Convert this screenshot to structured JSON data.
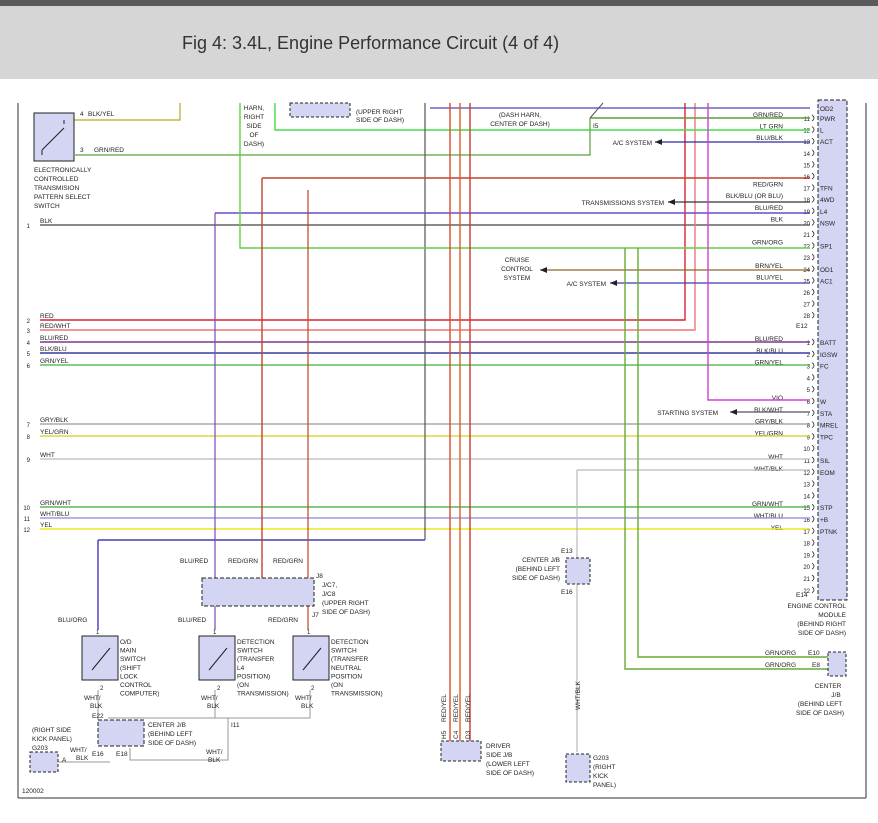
{
  "header": {
    "title": "Fig 4: 3.4L, Engine Performance Circuit (4 of 4)"
  },
  "diagram_id": "120002",
  "top_cut": {
    "dash_harn": "(DASH HARN,",
    "dash_harn2": "CENTER OF DASH)",
    "harn": [
      "HARN,",
      "RIGHT",
      "SIDE",
      "OF",
      "DASH)"
    ],
    "upper_right": [
      "(UPPER RIGHT",
      "SIDE OF DASH)"
    ],
    "pin_i5": "I5"
  },
  "left_pins": [
    {
      "num": "1",
      "label": "BLK"
    },
    {
      "num": "2",
      "label": "RED"
    },
    {
      "num": "3",
      "label": "RED/WHT"
    },
    {
      "num": "4",
      "label": "BLU/RED"
    },
    {
      "num": "5",
      "label": "BLK/BLU"
    },
    {
      "num": "6",
      "label": "GRN/YEL"
    },
    {
      "num": "7",
      "label": "GRY/BLK"
    },
    {
      "num": "8",
      "label": "YEL/GRN"
    },
    {
      "num": "9",
      "label": "WHT"
    },
    {
      "num": "10",
      "label": "GRN/WHT"
    },
    {
      "num": "11",
      "label": "WHT/BLU"
    },
    {
      "num": "12",
      "label": "YEL"
    }
  ],
  "ecm_pins_top": [
    {
      "num": "11",
      "wire": "GRN/RED",
      "name": "PWR"
    },
    {
      "num": "12",
      "wire": "LT GRN",
      "name": "L"
    },
    {
      "num": "13",
      "wire": "BLU/BLK",
      "name": "ACT"
    },
    {
      "num": "14",
      "wire": "",
      "name": ""
    },
    {
      "num": "15",
      "wire": "",
      "name": ""
    },
    {
      "num": "16",
      "wire": "",
      "name": ""
    },
    {
      "num": "17",
      "wire": "RED/GRN",
      "name": "TFN"
    },
    {
      "num": "18",
      "wire": "BLK/BLU (OR BLU)",
      "name": "4WD"
    },
    {
      "num": "19",
      "wire": "BLU/RED",
      "name": "L4"
    },
    {
      "num": "20",
      "wire": "BLK",
      "name": "NSW"
    },
    {
      "num": "21",
      "wire": "",
      "name": ""
    },
    {
      "num": "22",
      "wire": "GRN/ORG",
      "name": "SP1"
    },
    {
      "num": "23",
      "wire": "",
      "name": ""
    },
    {
      "num": "24",
      "wire": "BRN/YEL",
      "name": "OD1"
    },
    {
      "num": "25",
      "wire": "BLU/YEL",
      "name": "AC1"
    },
    {
      "num": "26",
      "wire": "",
      "name": ""
    },
    {
      "num": "27",
      "wire": "",
      "name": ""
    },
    {
      "num": "28",
      "wire": "",
      "name": ""
    }
  ],
  "ecm_od2": "OD2",
  "ecm_conn_e12": "E12",
  "ecm_pins_bottom": [
    {
      "num": "1",
      "wire": "BLU/RED",
      "name": "BATT"
    },
    {
      "num": "2",
      "wire": "BLK/BLU",
      "name": "IGSW"
    },
    {
      "num": "3",
      "wire": "GRN/YEL",
      "name": "FC"
    },
    {
      "num": "4",
      "wire": "",
      "name": ""
    },
    {
      "num": "5",
      "wire": "",
      "name": ""
    },
    {
      "num": "6",
      "wire": "VIO",
      "name": "W"
    },
    {
      "num": "7",
      "wire": "BLK/WHT",
      "name": "STA"
    },
    {
      "num": "8",
      "wire": "GRY/BLK",
      "name": "MREL"
    },
    {
      "num": "9",
      "wire": "YEL/GRN",
      "name": "TPC"
    },
    {
      "num": "10",
      "wire": "",
      "name": ""
    },
    {
      "num": "11",
      "wire": "WHT",
      "name": "SIL"
    },
    {
      "num": "12",
      "wire": "WHT/BLK",
      "name": "EOM"
    },
    {
      "num": "13",
      "wire": "",
      "name": ""
    },
    {
      "num": "14",
      "wire": "",
      "name": ""
    },
    {
      "num": "15",
      "wire": "GRN/WHT",
      "name": "STP"
    },
    {
      "num": "16",
      "wire": "WHT/BLU",
      "name": "+B"
    },
    {
      "num": "17",
      "wire": "YEL",
      "name": "PTNK"
    },
    {
      "num": "18",
      "wire": "",
      "name": ""
    },
    {
      "num": "19",
      "wire": "",
      "name": ""
    },
    {
      "num": "20",
      "wire": "",
      "name": ""
    },
    {
      "num": "21",
      "wire": "",
      "name": ""
    },
    {
      "num": "22",
      "wire": "",
      "name": ""
    }
  ],
  "ecm_conn_e14": "E14",
  "ecm_label": [
    "ENGINE CONTROL",
    "MODULE",
    "(BEHIND RIGHT",
    "SIDE OF DASH)"
  ],
  "systems": {
    "ac1": "A/C SYSTEM",
    "trans": "TRANSMISSIONS SYSTEM",
    "cruise": [
      "CRUISE",
      "CONTROL",
      "SYSTEM"
    ],
    "ac2": "A/C SYSTEM",
    "starting": "STARTING SYSTEM"
  },
  "ects": {
    "wire": "BLK/YEL",
    "pin4": "4",
    "pin3": "3",
    "wire3": "GRN/RED",
    "label": [
      "ELECTRONICALLY",
      "CONTROLLED",
      "TRANSMISION",
      "PATTERN SELECT",
      "SWITCH"
    ]
  },
  "jc": {
    "labels": [
      "BLU/RED",
      "RED/GRN",
      "RED/GRN"
    ],
    "conn": [
      "J8",
      "J/C7,",
      "J/C8",
      "(UPPER RIGHT",
      "SIDE OF DASH)"
    ],
    "j7": "J7"
  },
  "switches": [
    {
      "top_wire": "BLU/ORG",
      "pin1": "1",
      "pin2": "2",
      "bot_wire": [
        "WHT/",
        "BLK"
      ],
      "conn": "E22",
      "label": [
        "O/D",
        "MAIN",
        "SWITCH",
        "(SHIFT",
        "LOCK",
        "CONTROL",
        "COMPUTER)"
      ]
    },
    {
      "top_wire": "BLU/RED",
      "pin1": "1",
      "pin2": "2",
      "bot_wire": [
        "WHT/",
        "BLK"
      ],
      "conn": "",
      "label": [
        "DETECTION",
        "SWITCH",
        "(TRANSFER",
        "L4",
        "POSITION)",
        "(ON",
        "TRANSMISSION)"
      ]
    },
    {
      "top_wire": "RED/GRN",
      "pin1": "1",
      "pin2": "2",
      "bot_wire": [
        "WHT/",
        "BLK"
      ],
      "conn": "",
      "label": [
        "DETECTION",
        "SWITCH",
        "(TRANSFER",
        "NEUTRAL",
        "POSITION",
        "(ON",
        "TRANSMISSION)"
      ]
    }
  ],
  "i11": "I11",
  "center_jb_bottom": {
    "label": [
      "CENTER J/B",
      "(BEHIND LEFT",
      "SIDE OF DASH)"
    ],
    "e16": "E16",
    "e18": "E18",
    "wire": [
      "WHT/",
      "BLK"
    ]
  },
  "g203_left": {
    "label": [
      "(RIGHT SIDE",
      "KICK PANEL)",
      "G203"
    ],
    "pin": "A",
    "wire": [
      "WHT/",
      "BLK"
    ]
  },
  "driver_jb": {
    "wires": [
      "RED/YEL",
      "RED/YEL",
      "RED/YEL"
    ],
    "pins": [
      "H5",
      "C4",
      "D3"
    ],
    "label": [
      "DRIVER",
      "SIDE J/B",
      "(LOWER LEFT",
      "SIDE OF DASH)"
    ]
  },
  "center_jb_mid": {
    "e13": "E13",
    "e16": "E16",
    "label": [
      "CENTER J/B",
      "(BEHIND LEFT",
      "SIDE OF DASH)"
    ],
    "wire": "WHT/BLK"
  },
  "g203_right": {
    "label": [
      "G203",
      "(RIGHT",
      "KICK",
      "PANEL)"
    ]
  },
  "center_jb_right": {
    "wires": [
      "GRN/ORG",
      "GRN/ORG"
    ],
    "pins": [
      "E10",
      "E8"
    ],
    "label": [
      "CENTER",
      "J/B",
      "(BEHIND LEFT",
      "SIDE OF DASH)"
    ]
  }
}
